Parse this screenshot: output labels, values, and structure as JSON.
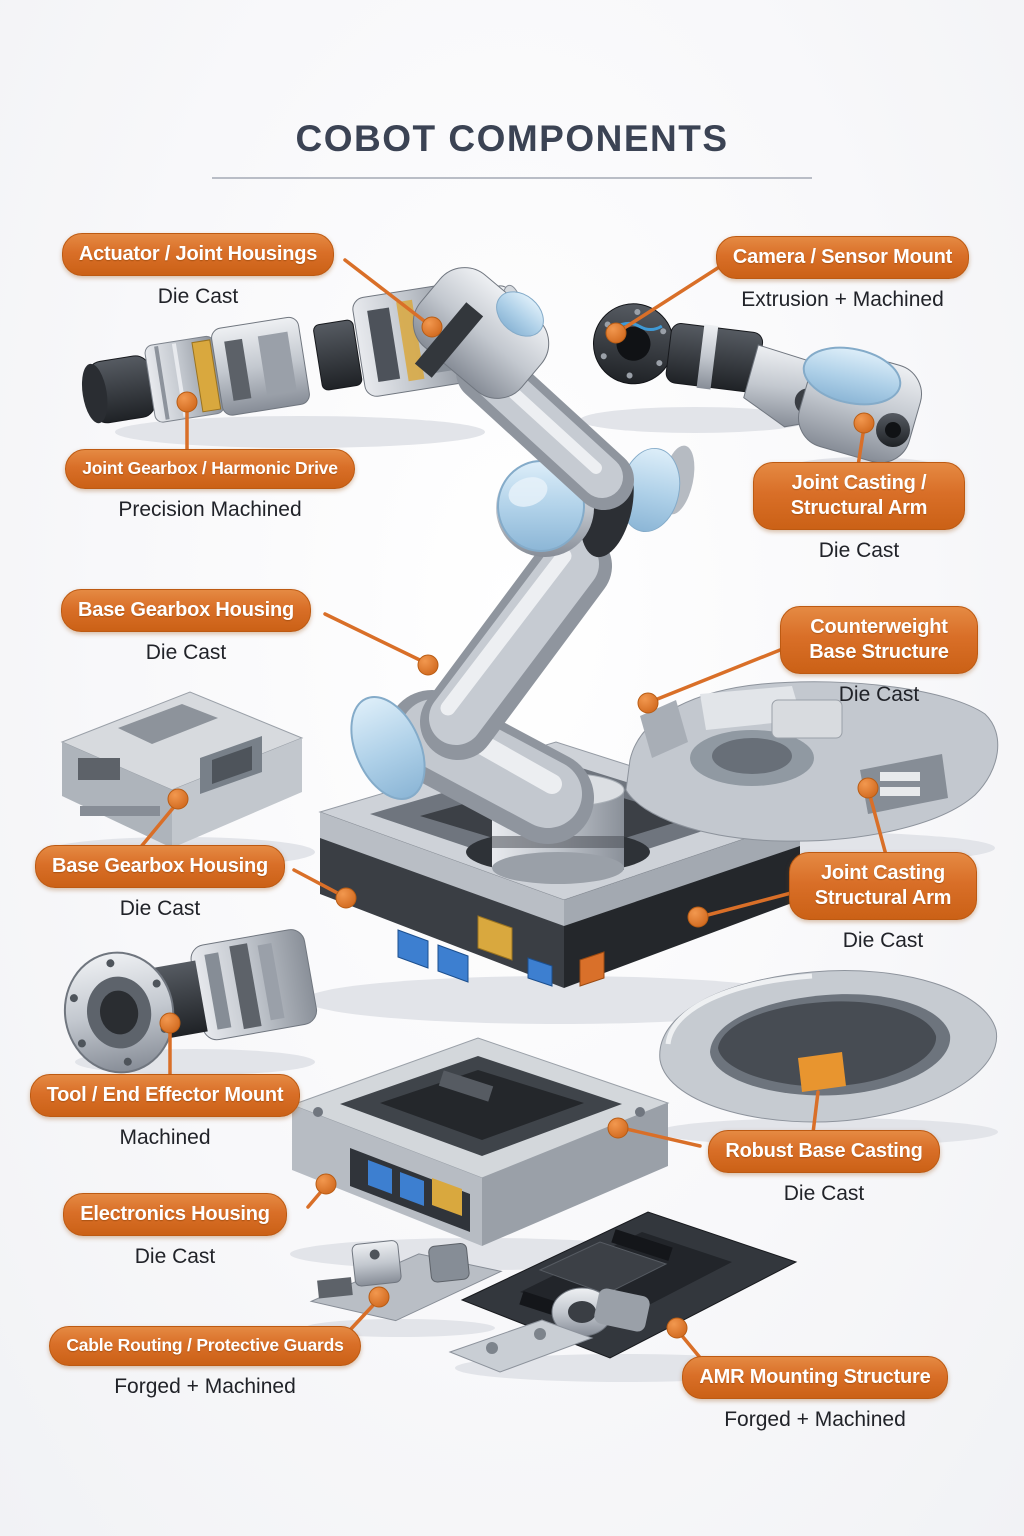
{
  "title": "COBOT COMPONENTS",
  "colors": {
    "accent_orange": "#D96F28",
    "accent_orange_dark": "#BD5A12",
    "title_text": "#3B4354",
    "material_text": "#212329",
    "background": "#F8F8FA",
    "robot_joint_blue": "#A9CBE4",
    "metal_silver": "#C6CBD1",
    "metal_dark": "#2C2F34",
    "connector_gold": "#D9A83E",
    "connector_blue": "#3D7FD0"
  },
  "labels": [
    {
      "id": "actuator-joint-housings",
      "title": "Actuator / Joint Housings",
      "material": "Die Cast"
    },
    {
      "id": "camera-sensor-mount",
      "title": "Camera / Sensor Mount",
      "material": "Extrusion + Machined"
    },
    {
      "id": "joint-gearbox-harmonic-drive",
      "title": "Joint Gearbox / Harmonic Drive",
      "material": "Precision Machined"
    },
    {
      "id": "joint-casting-structural-arm",
      "title": "Joint Casting / Structural Arm",
      "material": "Die Cast"
    },
    {
      "id": "base-gearbox-housing",
      "title": "Base Gearbox Housing",
      "material": "Die Cast"
    },
    {
      "id": "counterweight-base-structure",
      "title": "Counterweight Base Structure",
      "material": "Die Cast"
    },
    {
      "id": "base-gearbox-housing-2",
      "title": "Base Gearbox Housing",
      "material": "Die Cast"
    },
    {
      "id": "joint-casting-structural-arm-2",
      "title": "Joint Casting Structural Arm",
      "material": "Die Cast"
    },
    {
      "id": "tool-end-effector-mount",
      "title": "Tool / End Effector Mount",
      "material": "Machined"
    },
    {
      "id": "robust-base-casting",
      "title": "Robust Base Casting",
      "material": "Die Cast"
    },
    {
      "id": "electronics-housing",
      "title": "Electronics Housing",
      "material": "Die Cast"
    },
    {
      "id": "cable-routing-protective-guards",
      "title": "Cable Routing / Protective Guards",
      "material": "Forged + Machined"
    },
    {
      "id": "amr-mounting-structure",
      "title": "AMR Mounting Structure",
      "material": "Forged + Machined"
    }
  ]
}
